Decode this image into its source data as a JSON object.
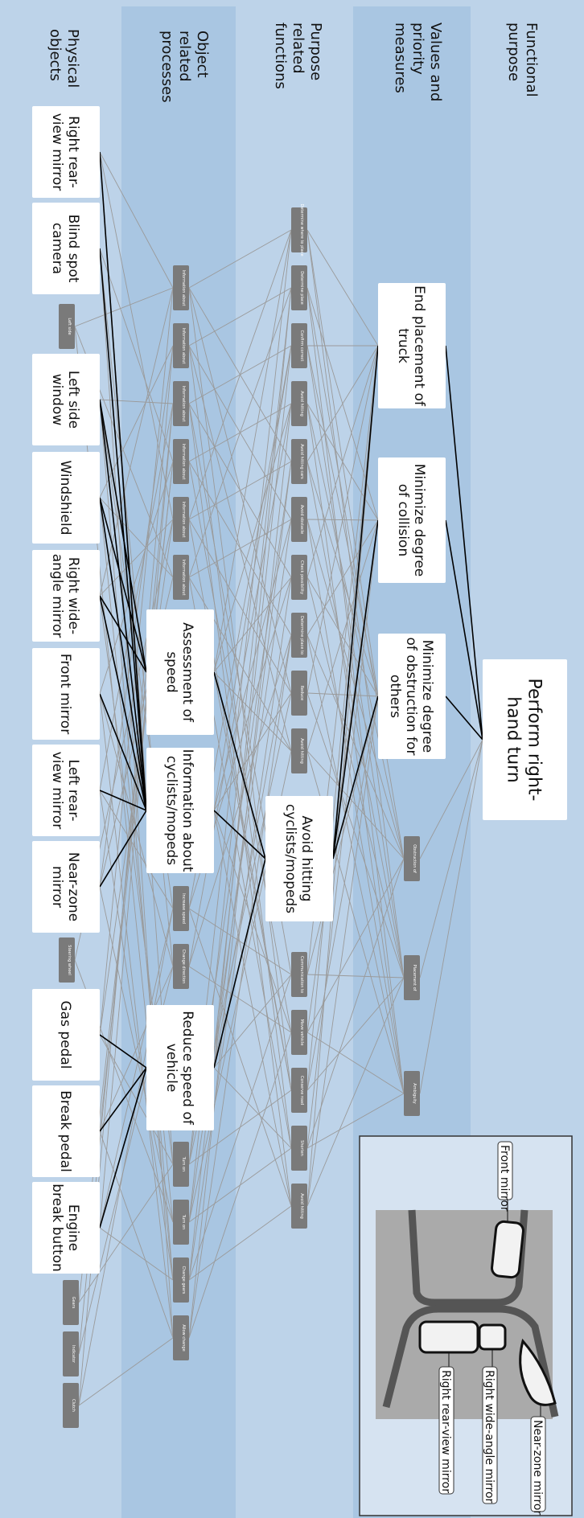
{
  "levels": [
    {
      "id": "functional_purpose",
      "label": [
        "Functional",
        "purpose"
      ]
    },
    {
      "id": "values",
      "label": [
        "Values and",
        "priority",
        "measures"
      ]
    },
    {
      "id": "purpose_functions",
      "label": [
        "Purpose",
        "related",
        "functions"
      ]
    },
    {
      "id": "object_processes",
      "label": [
        "Object",
        "related",
        "processes"
      ]
    },
    {
      "id": "physical_objects",
      "label": [
        "Physical",
        "objects"
      ]
    }
  ],
  "top_goal": [
    "Perform right-",
    "hand turn"
  ],
  "values_nodes": [
    [
      "End placement of",
      "truck"
    ],
    [
      "Minimize degree",
      "of collision"
    ],
    [
      "Minimize degree",
      "of obstruction for",
      "others"
    ]
  ],
  "values_small": [
    "Obstruction of",
    "Placement of",
    "Ambiguity"
  ],
  "purpose_big": [
    "Avoid hitting",
    "cyclists/mopeds"
  ],
  "purpose_small": [
    "Determine where to place",
    "Determine place",
    "Confirm correct",
    "Avoid hitting",
    "Avoid hitting cars",
    "Avoid obstacle",
    "Check possibility",
    "Determine place to",
    "Reduce",
    "Avoid hitting",
    "Communication to",
    "Move vehicle",
    "Conserve road",
    "Shorten",
    "Avoid hitting"
  ],
  "process_big": [
    [
      "Assessment of",
      "speed"
    ],
    [
      "Information about",
      "cyclists/mopeds"
    ],
    [
      "Reduce speed of",
      "vehicle"
    ]
  ],
  "process_small": [
    "Information about",
    "Information about",
    "Information about",
    "Information about",
    "Information about",
    "Information about",
    "Increase speed",
    "Change direction",
    "Turn on",
    "Turn on",
    "Change gears",
    "Allow change"
  ],
  "objects_big": [
    [
      "Right rear-",
      "view mirror"
    ],
    [
      "Blind spot",
      "camera"
    ],
    [
      "Left side",
      "window"
    ],
    [
      "Windshield"
    ],
    [
      "Right wide-",
      "angle mirror"
    ],
    [
      "Front mirror"
    ],
    [
      "Left rear-",
      "view mirror"
    ],
    [
      "Near-zone",
      "mirror"
    ],
    [
      "Gas pedal"
    ],
    [
      "Break pedal"
    ],
    [
      "Engine",
      "break button"
    ]
  ],
  "objects_small": [
    "Left side",
    "Steering wheel",
    "Gears",
    "Indicator",
    "Clutch"
  ],
  "callouts": [
    "Front mirror",
    "Right wide-angle mirror",
    "Right rear-view mirror",
    "Near-zone mirror"
  ],
  "colors": {
    "band_light": "#bdd3e9",
    "band_dark": "#a9c6e2",
    "box": "#ffffff",
    "small_box": "#7a7a7a",
    "thin_line": "#9a9a9a",
    "thick_line": "#000000",
    "inset_bg": "#d6e3f1",
    "road": "#aaaaaa",
    "truck": "#555555"
  }
}
